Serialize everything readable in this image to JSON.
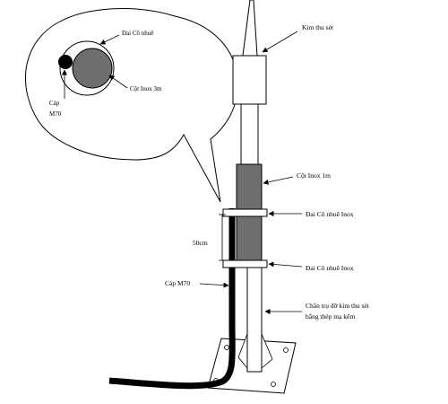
{
  "labels": {
    "kim_thu_set": "Kim thu sét",
    "cot_inox_1m": "Cột Inox 1m",
    "dai_co_nhue_inox_top": "Đai Cô nhuê Inox",
    "dai_co_nhue_inox_bottom": "Đai Cô nhuê Inox",
    "distance_50cm": "50cm",
    "cap_m70": "Cáp M70",
    "chan_tru_line1": "Chân trụ đỡ kim thu sét",
    "chan_tru_line2": "bằng thép mạ kẽm",
    "detail_dai_co_nhue": "Đai Cô nhuê",
    "detail_cot_inox_3m": "Cột Inox 3m",
    "detail_cap_line1": "Cáp",
    "detail_cap_line2": "M70"
  },
  "colors": {
    "stroke": "#000000",
    "pipe_fill": "#6e6e6e",
    "cable": "#000000",
    "background": "#ffffff"
  }
}
